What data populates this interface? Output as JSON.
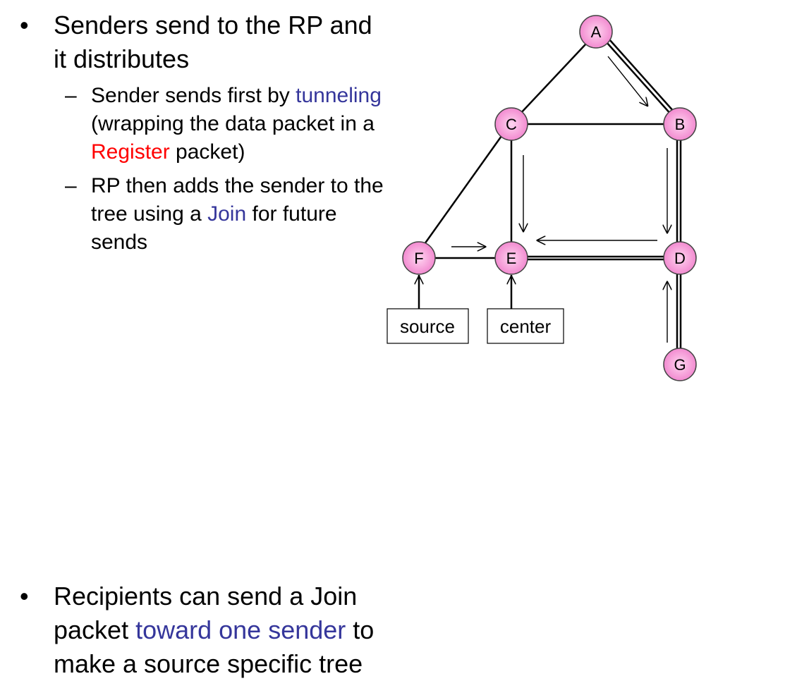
{
  "bullets": {
    "b1": {
      "symbol": "•",
      "text": "Senders send to the RP and it distributes",
      "sub": [
        {
          "symbol": "–",
          "t1": "Sender sends first by ",
          "t2": "tunneling",
          "t3": " (wrapping the data packet in a ",
          "t4": "Register",
          "t5": " packet)"
        },
        {
          "symbol": "–",
          "t1": "RP then adds the sender to the tree using a ",
          "t2": "Join",
          "t3": " for future sends"
        }
      ]
    },
    "b2": {
      "symbol": "•",
      "t1": "Recipients can send a Join packet ",
      "t2": "toward one sender",
      "t3": " to make a source specific tree"
    }
  },
  "diagram": {
    "nodes": {
      "A": "A",
      "B": "B",
      "C": "C",
      "D": "D",
      "E": "E",
      "F": "F",
      "G": "G"
    },
    "boxes": {
      "source": "source",
      "center": "center"
    },
    "colors": {
      "node_fill_light": "#ffd6f0",
      "node_fill_dark": "#f28ad0",
      "line": "#000000"
    }
  }
}
